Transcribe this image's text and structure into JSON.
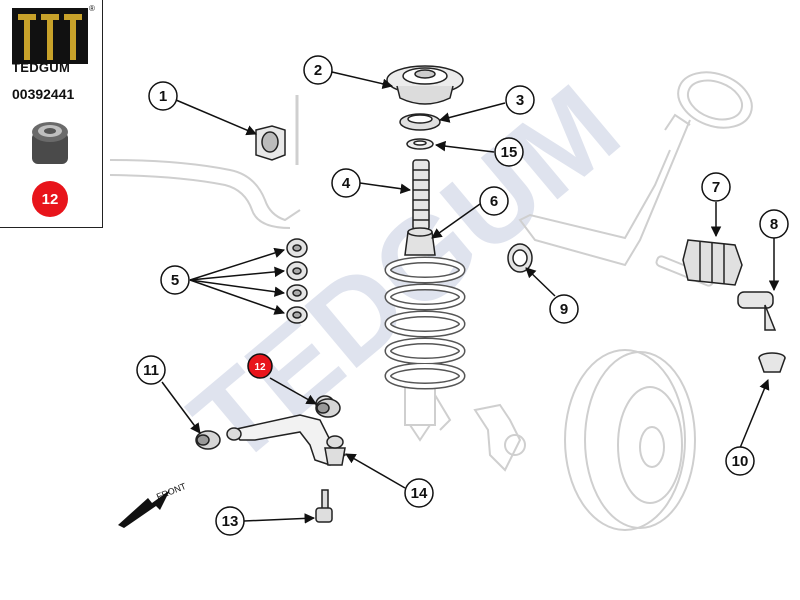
{
  "brand": {
    "name": "TEDGUM",
    "registered": "®"
  },
  "part": {
    "code": "00392441",
    "highlight_number": "12"
  },
  "watermark": "TEDGUM",
  "direction_label": "FRONT",
  "colors": {
    "highlight": "#e8141b",
    "line": "#111111",
    "ghost": "#cfcfcf",
    "watermark": "#dfe3ee"
  },
  "callouts": [
    {
      "id": "1",
      "label": "1"
    },
    {
      "id": "2",
      "label": "2"
    },
    {
      "id": "3",
      "label": "3"
    },
    {
      "id": "4",
      "label": "4"
    },
    {
      "id": "5",
      "label": "5"
    },
    {
      "id": "6",
      "label": "6"
    },
    {
      "id": "7",
      "label": "7"
    },
    {
      "id": "8",
      "label": "8"
    },
    {
      "id": "9",
      "label": "9"
    },
    {
      "id": "10",
      "label": "10"
    },
    {
      "id": "11",
      "label": "11"
    },
    {
      "id": "12",
      "label": "12",
      "highlighted": true
    },
    {
      "id": "13",
      "label": "13"
    },
    {
      "id": "14",
      "label": "14"
    },
    {
      "id": "15",
      "label": "15"
    }
  ]
}
